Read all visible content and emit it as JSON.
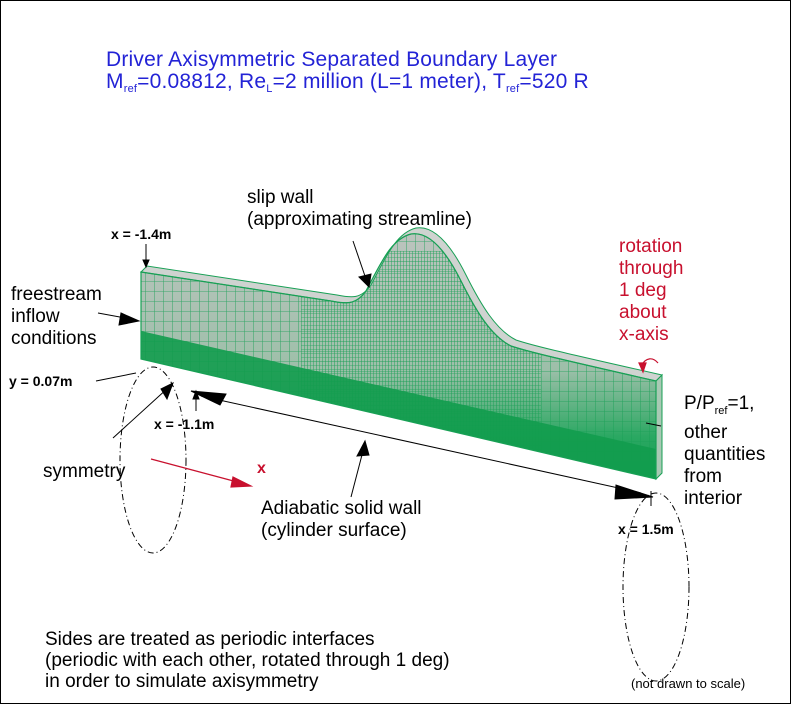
{
  "title": {
    "line1": "Driver Axisymmetric Separated Boundary Layer",
    "line2": {
      "m": "M",
      "m_sub": "ref",
      "m_val": "=0.08812, Re",
      "re_sub": "L",
      "re_val": "=2 million (L=1 meter), T",
      "t_sub": "ref",
      "t_val": "=520 R"
    }
  },
  "labels": {
    "slip_wall_1": "slip wall",
    "slip_wall_2": "(approximating streamline)",
    "x_start": "x = -1.4m",
    "freestream_1": "freestream",
    "freestream_2": "inflow",
    "freestream_3": "conditions",
    "y_height": "y = 0.07m",
    "x_wall_start": "x = -1.1m",
    "symmetry": "symmetry",
    "x_axis": "x",
    "adiabatic_1": "Adiabatic solid wall",
    "adiabatic_2": "(cylinder surface)",
    "x_end": "x = 1.5m",
    "rotation": [
      "rotation",
      "through",
      "1 deg",
      "about",
      "x-axis"
    ],
    "outflow": {
      "p": "P/P",
      "p_sub": "ref",
      "p_val": "=1,",
      "lines": [
        "other",
        "quantities",
        "from",
        "interior"
      ]
    },
    "not_to_scale": "(not drawn to scale)"
  },
  "note": [
    "Sides are treated as periodic interfaces",
    "(periodic with each other, rotated through 1 deg)",
    "in order to simulate axisymmetry"
  ],
  "colors": {
    "title": "#2323d6",
    "annotation_red": "#c8102e",
    "mesh_green": "#18a055",
    "mesh_fill": "#c8c8c8"
  }
}
